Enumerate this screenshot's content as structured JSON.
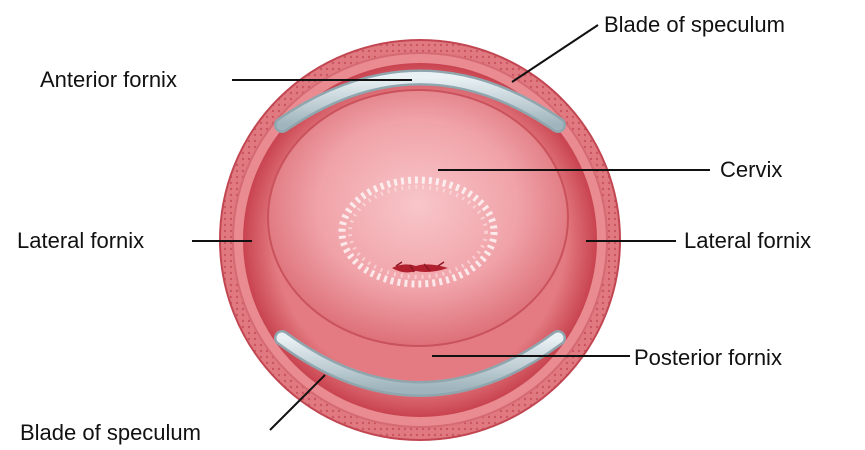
{
  "labels": {
    "blade_top": "Blade of speculum",
    "anterior_fornix": "Anterior fornix",
    "cervix": "Cervix",
    "lateral_fornix_left": "Lateral fornix",
    "lateral_fornix_right": "Lateral fornix",
    "posterior_fornix": "Posterior fornix",
    "blade_bottom": "Blade of speculum"
  },
  "colors": {
    "vaginal_wall_outer": "#d9606a",
    "vaginal_wall_rim": "#e88a8f",
    "fornix_ring": "#d8545e",
    "cervix_center": "#f6b8bc",
    "cervix_edge": "#d9646d",
    "os": "#b0202e",
    "speculum_blade": "#c5d6dd",
    "leader_line": "#111111"
  }
}
